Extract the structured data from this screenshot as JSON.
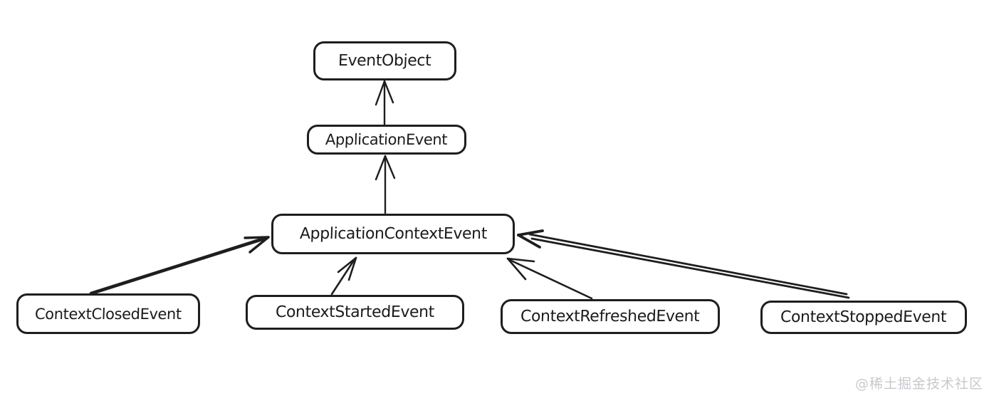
{
  "diagram": {
    "type": "class-inheritance",
    "stroke_color": "#1e1e1e",
    "background_color": "#ffffff",
    "nodes": [
      {
        "id": "event-object",
        "label": "EventObject"
      },
      {
        "id": "application-event",
        "label": "ApplicationEvent"
      },
      {
        "id": "application-context-event",
        "label": "ApplicationContextEvent"
      },
      {
        "id": "context-closed-event",
        "label": "ContextClosedEvent"
      },
      {
        "id": "context-started-event",
        "label": "ContextStartedEvent"
      },
      {
        "id": "context-refreshed-event",
        "label": "ContextRefreshedEvent"
      },
      {
        "id": "context-stopped-event",
        "label": "ContextStoppedEvent"
      }
    ],
    "edges": [
      {
        "from": "ApplicationEvent",
        "to": "EventObject"
      },
      {
        "from": "ApplicationContextEvent",
        "to": "ApplicationEvent"
      },
      {
        "from": "ContextClosedEvent",
        "to": "ApplicationContextEvent"
      },
      {
        "from": "ContextStartedEvent",
        "to": "ApplicationContextEvent"
      },
      {
        "from": "ContextRefreshedEvent",
        "to": "ApplicationContextEvent"
      },
      {
        "from": "ContextStoppedEvent",
        "to": "ApplicationContextEvent"
      }
    ]
  },
  "watermark": {
    "text": "@稀土掘金技术社区",
    "color": "#c6c9cd"
  }
}
